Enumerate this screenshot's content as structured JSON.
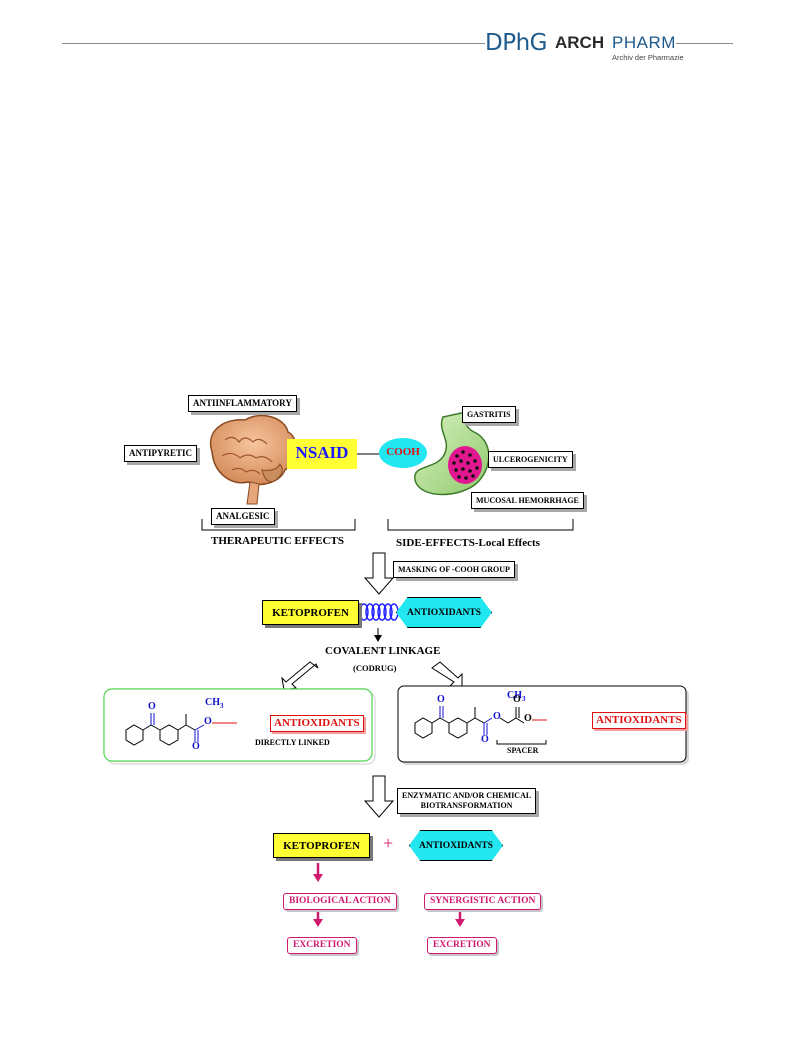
{
  "header": {
    "logo_dphg": "DPhG",
    "logo_arch": "ARCH",
    "logo_pharm": "PHARM",
    "logo_subtitle": "Archiv der Pharmazie"
  },
  "diagram": {
    "therapeutic": {
      "antiinflammatory": "ANTIINFLAMMATORY",
      "antipyretic": "ANTIPYRETIC",
      "analgesic": "ANALGESIC",
      "title": "THERAPEUTIC EFFECTS"
    },
    "nsaid": "NSAID",
    "cooh": "COOH",
    "side_effects": {
      "gastritis": "GASTRITIS",
      "ulcerogenicity": "ULCEROGENICITY",
      "mucosal": "MUCOSAL HEMORRHAGE",
      "title": "SIDE-EFFECTS-Local Effects"
    },
    "masking": "MASKING OF -COOH GROUP",
    "ketoprofen": "KETOPROFEN",
    "antioxidants": "ANTIOXIDANTS",
    "covalent": "COVALENT LINKAGE",
    "codrug": "(CODRUG)",
    "left_structure": {
      "ch3": "CH",
      "ch3_sub": "3",
      "o_carbonyl": "O",
      "o_ester": "O",
      "o_double": "O",
      "antiox_label": "ANTIOXIDANTS",
      "caption": "DIRECTLY LINKED"
    },
    "right_structure": {
      "ch3": "CH",
      "ch3_sub": "3",
      "o_carbonyl": "O",
      "o_ester1": "O",
      "o_double1": "O",
      "o_top": "O",
      "o_ester2": "O",
      "antiox_label": "ANTIOXIDANTS",
      "caption": "SPACER"
    },
    "enzymatic_line1": "ENZYMATIC AND/OR CHEMICAL",
    "enzymatic_line2": "BIOTRANSFORMATION",
    "plus": "+",
    "biological_action": "BIOLOGICAL ACTION",
    "synergistic_action": "SYNERGISTIC ACTION",
    "excretion_left": "EXCRETION",
    "excretion_right": "EXCRETION"
  },
  "colors": {
    "header_blue": "#1f5a8c",
    "keto_yellow": "#ffff33",
    "antiox_cyan": "#22e6f0",
    "pink": "#d0186f",
    "structure_blue": "#1010d0",
    "red": "#e01010",
    "green_border": "#5ad85a"
  }
}
